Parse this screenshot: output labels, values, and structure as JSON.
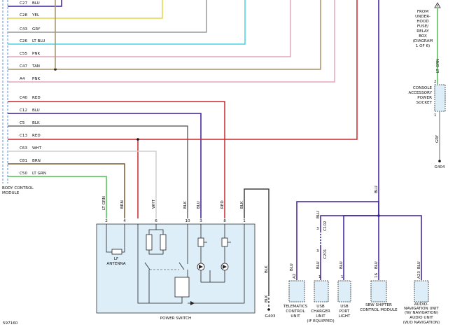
{
  "bcm": {
    "label_line1": "BODY CONTROL",
    "label_line2": "MODULE",
    "pins": [
      {
        "pin": "C27",
        "color": "BLU"
      },
      {
        "pin": "C28",
        "color": "YEL"
      },
      {
        "pin": "C43",
        "color": "GRY"
      },
      {
        "pin": "C26",
        "color": "LT BLU"
      },
      {
        "pin": "C55",
        "color": "PNK"
      },
      {
        "pin": "C47",
        "color": "TAN"
      },
      {
        "pin": "A4",
        "color": "PNK"
      },
      {
        "pin": "C40",
        "color": "RED"
      },
      {
        "pin": "C12",
        "color": "BLU"
      },
      {
        "pin": "C5",
        "color": "BLK"
      },
      {
        "pin": "C13",
        "color": "RED"
      },
      {
        "pin": "C63",
        "color": "WHT"
      },
      {
        "pin": "C81",
        "color": "BRN"
      },
      {
        "pin": "C50",
        "color": "LT GRN"
      }
    ]
  },
  "fuse_note": {
    "line1": "FROM",
    "line2": "UNDER-",
    "line3": "HOOD",
    "line4": "FUSE/",
    "line5": "RELAY",
    "line6": "BOX",
    "line7": "(DIAGRAM",
    "line8": "1 OF 6)"
  },
  "socket": {
    "line1": "CONSOLE",
    "line2": "ACCESSORY",
    "line3": "POWER",
    "line4": "SOCKET",
    "top_wire": "LT GRN",
    "top_pin": "2",
    "bottom_pin": "1",
    "bottom_wire": "GRY",
    "ground": "G404"
  },
  "power_switch": {
    "label": "POWER SWITCH",
    "pins": [
      {
        "pin": "2",
        "color": "LT GRN"
      },
      {
        "pin": "4",
        "color": "BRN"
      },
      {
        "pin": "6",
        "color": "WHT"
      },
      {
        "pin": "10",
        "color": "BLK"
      },
      {
        "pin": "3",
        "color": "BLU"
      },
      {
        "pin": "8",
        "color": "RED"
      },
      {
        "pin": "1",
        "color": "BLK"
      }
    ],
    "antenna_line1": "LF",
    "antenna_line2": "ANTENNA"
  },
  "ground_g403": {
    "label": "G403",
    "wire_top": "BLK",
    "wire_bottom": "BLK"
  },
  "bus": {
    "vertical_wire": "BLU",
    "connector_upper": "C102",
    "connector_lower": "C201",
    "pin_upper": "3",
    "pin_lower": "3",
    "wire_upper": "BLU",
    "wire_lower": "BLU"
  },
  "modules": [
    {
      "line1": "TELEMATICS",
      "line2": "CONTROL",
      "line3": "UNIT",
      "line4": "",
      "pin": "A2",
      "wire": "BLU"
    },
    {
      "line1": "USB",
      "line2": "CHARGER",
      "line3": "UNIT",
      "line4": "(IF EQUIPPED)",
      "pin": "1",
      "wire": "BLU"
    },
    {
      "line1": "USB",
      "line2": "PORT",
      "line3": "LIGHT",
      "line4": "",
      "pin": "1",
      "wire": "BLU"
    },
    {
      "line1": "SBW SHIFTER",
      "line2": "CONTROL MODULE",
      "line3": "",
      "line4": "",
      "pin": "16",
      "wire": "BLU"
    },
    {
      "line1": "AUDIO-",
      "line2": "NAVIGATION UNIT",
      "line3": "(W/ NAVIGATION)",
      "line4": "AUDIO UNIT",
      "line5": "(W/O NAVIGATION)",
      "pin": "A23",
      "wire": "BLU"
    }
  ],
  "figure_id": "597160",
  "colors": {
    "blu": "#3a1f9e",
    "yel": "#e3d64a",
    "gry": "#9a9a9a",
    "lt_blu": "#48d3e0",
    "pnk": "#e2a9bb",
    "tan": "#a3926c",
    "red": "#c8282e",
    "blk": "#444444",
    "wht": "#cfcfcf",
    "brn": "#7a5a2e",
    "lt_grn": "#4fbf4f",
    "box_fill": "#ddeef8"
  }
}
